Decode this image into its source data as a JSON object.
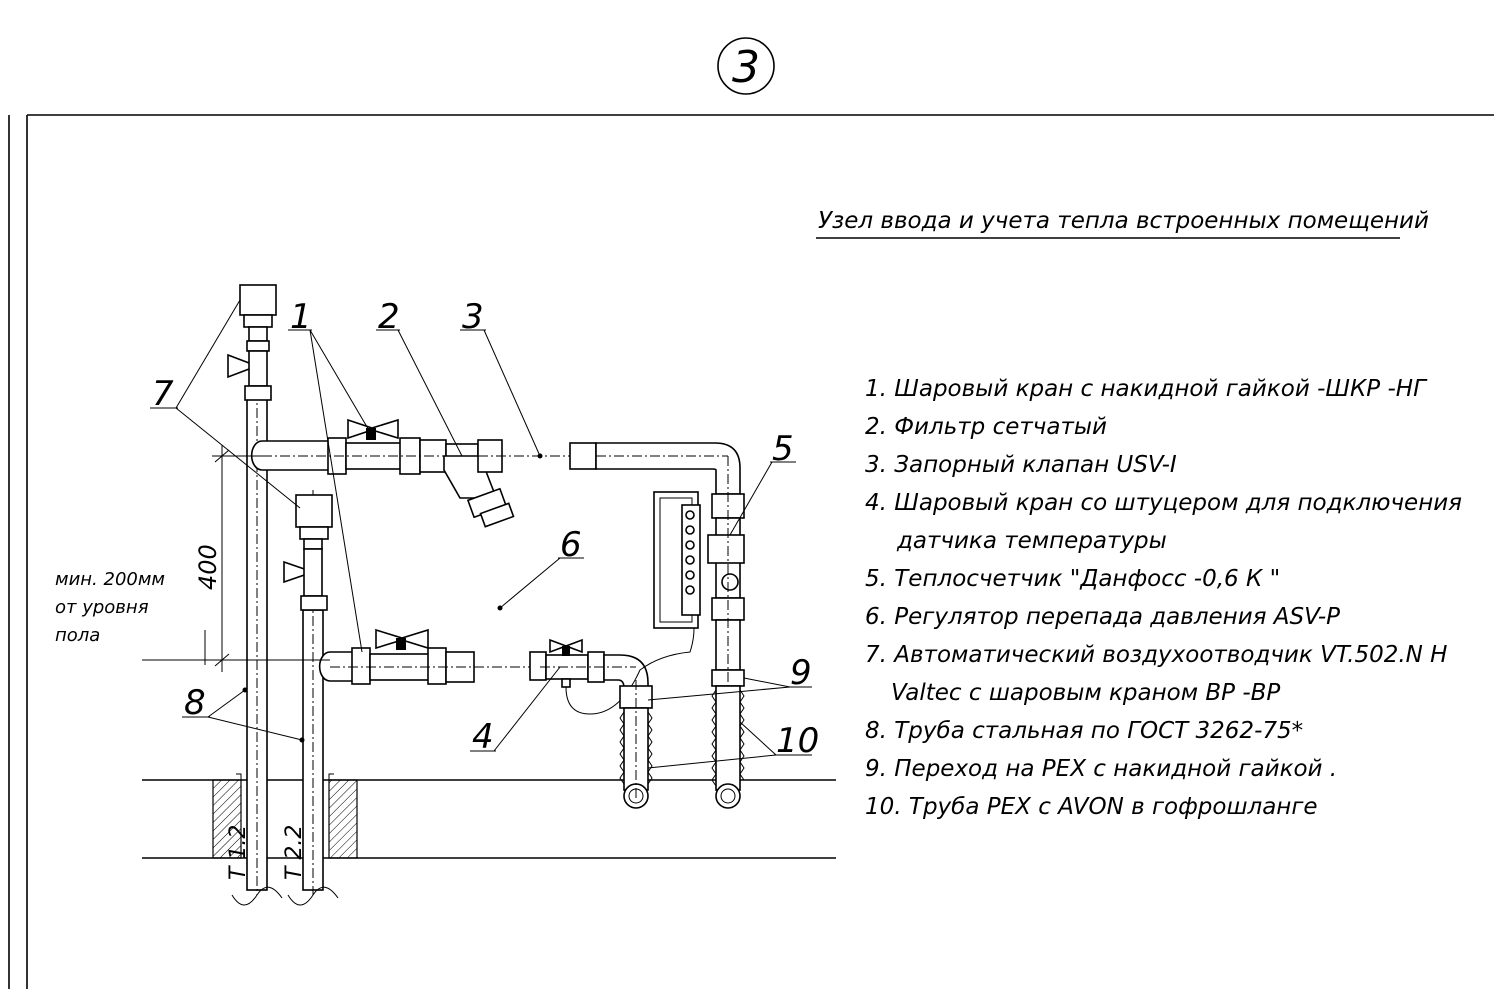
{
  "sheet": {
    "number": "3"
  },
  "title": "Узел ввода и учета тепла встроенных помещений",
  "legend": [
    "1.  Шаровый кран с накидной гайкой -ШКР -НГ",
    "2.  Фильтр сетчатый",
    "3.  Запорный клапан  USV-I",
    "4.  Шаровый кран со штуцером для подключения",
    "датчика температуры",
    "5.  Теплосчетчик  \"Данфосс -0,6 К \"",
    "6.  Регулятор перепада давления  ASV-P",
    "7.  Автоматический воздухоотводчик  VT.502.N H",
    "Valtec  с шаровым краном ВР -ВР",
    "8.  Труба стальная по ГОСТ  3262-75*",
    "9.  Переход на  РЕХ  с накидной гайкой .",
    "10. Труба  РЕХ с AVON  в гофрошланге"
  ],
  "callouts": [
    "1",
    "2",
    "3",
    "4",
    "5",
    "6",
    "7",
    "8",
    "9",
    "10"
  ],
  "dimension": {
    "value": "400"
  },
  "floor_note": [
    "мин. 200мм",
    "от уровня",
    "пола"
  ],
  "pipe_labels": [
    "Т 1.2",
    "Т 2.2"
  ]
}
